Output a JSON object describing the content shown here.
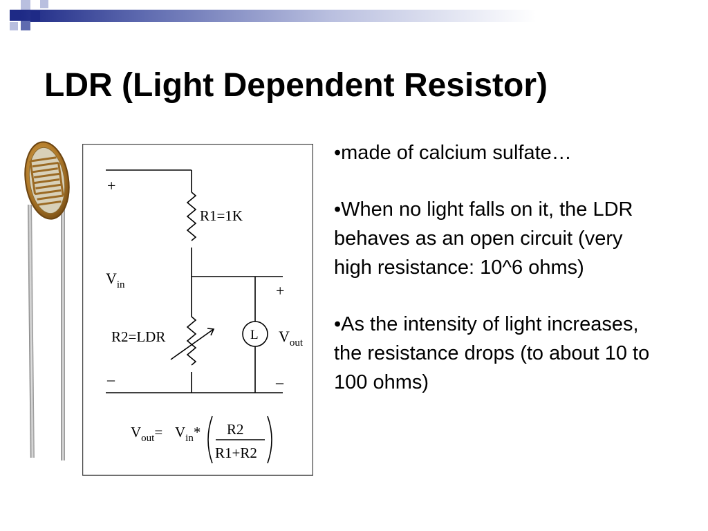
{
  "title": "LDR (Light Dependent Resistor)",
  "bullets": [
    "•made of calcium sulfate…",
    "•When no light falls on it, the LDR behaves as an open circuit (very high resistance: 10^6 ohms)",
    "•As the intensity of light increases, the resistance drops (to about 10 to 100 ohms)"
  ],
  "circuit": {
    "plus_in": "+",
    "minus_in": "–",
    "plus_out": "+",
    "minus_out": "–",
    "r1_label": "R1=1K",
    "r2_label": "R2=LDR",
    "vin_main": "V",
    "vin_sub": "in",
    "vout_main": "V",
    "vout_sub": "out",
    "load_label": "L",
    "formula": {
      "lhs_main": "V",
      "lhs_sub": "out",
      "equals": "=",
      "vin_main": "V",
      "vin_sub": "in",
      "times": "*",
      "numerator": "R2",
      "denominator": "R1+R2"
    }
  },
  "colors": {
    "accent_dark": "#1e2a86",
    "accent_mid": "#5f6bb0",
    "accent_light": "#b9bfdf"
  }
}
